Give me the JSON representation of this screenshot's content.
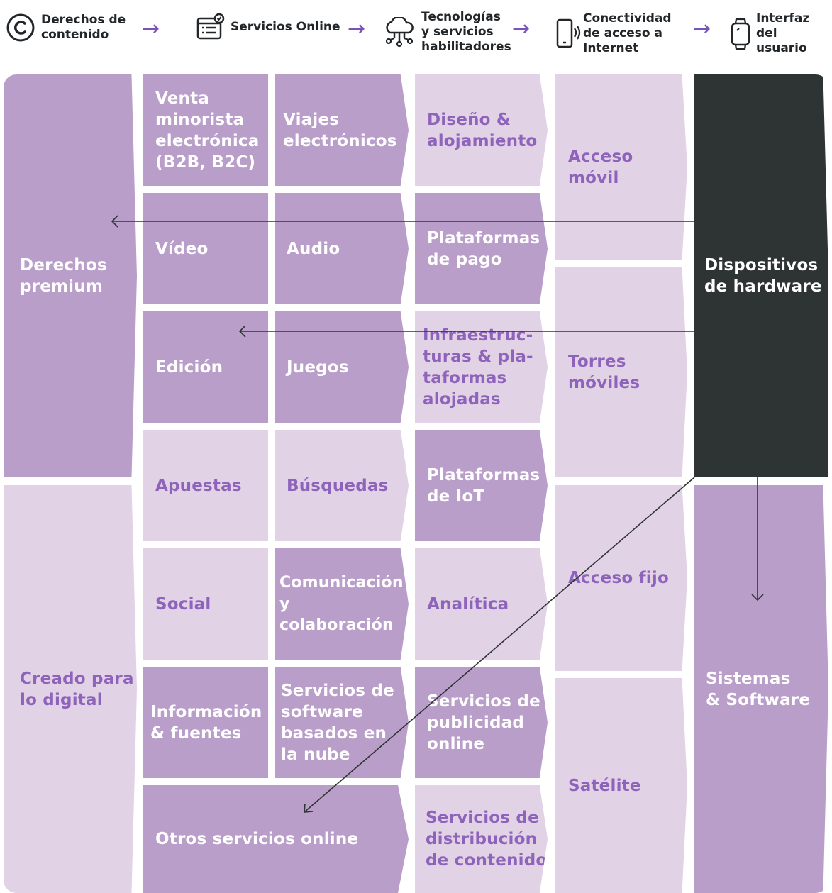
{
  "header": {
    "steps": [
      {
        "label": "Derechos de\ncontenido",
        "icon": "copyright-icon"
      },
      {
        "label": "Servicios Online",
        "icon": "online-services-icon"
      },
      {
        "label": "Tecnologías\ny servicios\nhabilitadores",
        "icon": "cloud-network-icon"
      },
      {
        "label": "Conectividad\nde acceso a\nInternet",
        "icon": "mobile-signal-icon"
      },
      {
        "label": "Interfaz del\nusuario",
        "icon": "smartwatch-icon"
      }
    ],
    "arrow_glyph": "→"
  },
  "rights": {
    "premium": "Derechos\npremium",
    "digital": "Creado para\nlo digital"
  },
  "services": {
    "retail": "Venta\nminorista\nelectrónica\n(B2B, B2C)",
    "travel": "Viajes\nelectrónicos",
    "video": "Vídeo",
    "audio": "Audio",
    "publishing": "Edición",
    "games": "Juegos",
    "gambling": "Apuestas",
    "search": "Búsquedas",
    "social": "Social",
    "communication": "Comunicación\ny colaboración",
    "information": "Información\n& fuentes",
    "cloud_software": "Servicios de\nsoftware\nbasados en\nla nube",
    "other": "Otros servicios online"
  },
  "enablers": {
    "design": "Diseño &\nalojamiento",
    "payment": "Plataformas\nde pago",
    "infrastructure": "Infraestruc-\nturas & pla-\ntaformas\nalojadas",
    "iot": "Plataformas\nde IoT",
    "analytics": "Analítica",
    "advertising": "Servicios de\npublicidad\nonline",
    "distribution": "Servicios de\ndistribución\nde contenido"
  },
  "connectivity": {
    "mobile": "Acceso móvil",
    "towers": "Torres\nmóviles",
    "fixed": "Acceso fijo",
    "satellite": "Satélite"
  },
  "interface": {
    "hardware": "Dispositivos\nde hardware",
    "systems": "Sistemas\n& Software"
  },
  "colors": {
    "dark_purple": "#b99eca",
    "light_purple": "#e2d2e5",
    "text_purple": "#8e63bb",
    "hardware": "#2e3333",
    "arrow": "#7a52b8"
  }
}
